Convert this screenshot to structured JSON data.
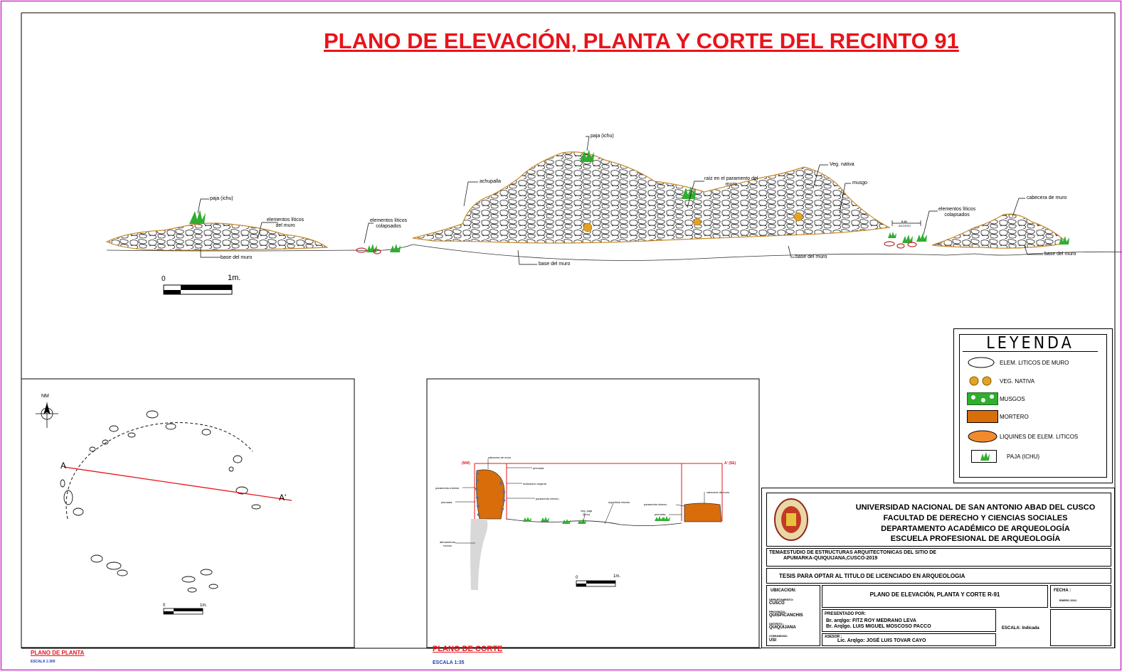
{
  "title": "PLANO DE ELEVACIÓN, PLANTA Y CORTE DEL RECINTO 91",
  "elevation": {
    "labels": {
      "paja1": "paja (ichu)",
      "elementos1": "elementos líticos\ndel muro",
      "base1": "base del muro",
      "colapsados1": "elementos líticos\ncolapsados",
      "achupalla": "achupalla",
      "paja2": "paja (ichu)",
      "base2": "base del muro",
      "raiz": "raíz en el paramento del\nmuro",
      "veg": "Veg. nativa",
      "musgo": "musgo",
      "base3": "base del muro",
      "acceso_val": "0.42",
      "acceso": "ACCESO",
      "colapsados2": "elementos líticos\ncolapsados",
      "cabecera": "cabecera de muro",
      "base4": "base del muro"
    },
    "scale": {
      "zero": "0",
      "one": "1m."
    }
  },
  "plan": {
    "north": "NM",
    "cut_start": "A",
    "cut_end": "A'",
    "scale": {
      "zero": "0",
      "one": "1m."
    },
    "caption": "PLANO DE PLANTA",
    "caption_scale": "ESCALA 1:300"
  },
  "section": {
    "left_tag": "(NW)",
    "right_tag": "A' (SE)",
    "labels": {
      "cabecera": "cabecera de muro",
      "plomada": "plomada",
      "inclinacion": "inclinación original",
      "paramento_interno": "paramento interno",
      "paramento_exterior": "paramento exterior",
      "plomada2": "plomada",
      "veg_paja": "veg. paja\n(ichu)",
      "superficie": "superficie interior",
      "paramento_interno2": "paramento interno",
      "plomada3": "plomada",
      "cabecera2": "cabecera de muro",
      "afloramiento": "afloramiento\nrocoso"
    },
    "scale": {
      "zero": "0",
      "one": "1m."
    },
    "caption": "PLANO DE CORTE",
    "caption_scale": "ESCALA 1:35"
  },
  "legend": {
    "title": "LEYENDA",
    "items": [
      {
        "label": "ELEM. LITICOS DE MURO"
      },
      {
        "label": "VEG. NATIVA"
      },
      {
        "label": "MUSGOS"
      },
      {
        "label": "MORTERO"
      },
      {
        "label": "LIQUINES DE ELEM. LITICOS"
      },
      {
        "label": "PAJA (ICHU)"
      }
    ]
  },
  "title_block": {
    "university": "UNIVERSIDAD NACIONAL DE SAN ANTONIO ABAD DEL CUSCO",
    "faculty": "FACULTAD DE DERECHO Y CIENCIAS SOCIALES",
    "department": "DEPARTAMENTO ACADÉMICO DE ARQUEOLOGÍA",
    "school": "ESCUELA  PROFESIONAL DE ARQUEOLOGÍA",
    "tema_label": "TEMA:",
    "tema": "ESTUDIO DE ESTRUCTURAS ARQUITECTONICAS DEL SITIO DE\nAPUMARKA-QUIQUIJANA,CUSCO-2019",
    "tesis": "TESIS PARA OPTAR AL TITULO DE LICENCIADO EN ARQUEOLOGIA",
    "ubicacion": "UBICACION:",
    "departamento_label": "DEPARTAMENTO:",
    "departamento": "CUSCO",
    "provincia_label": "PROVINCIA :",
    "provincia": "QUISPICANCHIS",
    "distrito_label": "DISTRITO :",
    "distrito": "QUIQUIJANA",
    "comunidad_label": "COMUNIDAD:",
    "comunidad": "USI",
    "plano": "PLANO DE ELEVACIÓN, PLANTA Y CORTE R-91",
    "fecha_label": "FECHA :",
    "fecha": "ENERO 2021",
    "presentado_label": "PRESENTADO POR:",
    "autor1": "Br. arqlgo: FITZ ROY MEDRANO LEVA",
    "autor2": "Br. Arqlgo. LUIS MIGUEL MOSCOSO PACCO",
    "escala": "ESCALA: Indicada",
    "asesor_label": "ASESOR :",
    "asesor": "Lic. Arqlgo: JOSÉ LUIS TOVAR CAYO"
  },
  "colors": {
    "title_red": "#e8141b",
    "mortar": "#d96d0a",
    "moss": "#2fae2f",
    "veg": "#e3a321",
    "frame": "#cc33cc",
    "caption_blue": "#1d3fb4"
  }
}
